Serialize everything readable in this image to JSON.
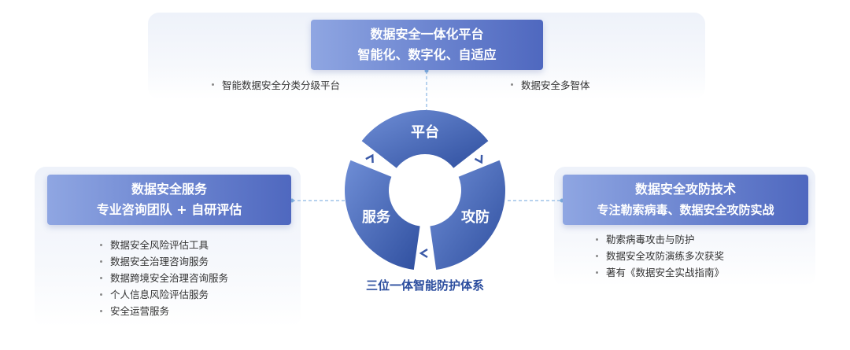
{
  "platform": {
    "title": "数据安全一体化平台",
    "subtitle": "智能化、数字化、自适应",
    "left_bullet": "智能数据安全分类分级平台",
    "right_bullet": "数据安全多智体"
  },
  "service": {
    "title": "数据安全服务",
    "subtitle": "专业咨询团队 + 自研评估",
    "items": [
      "数据安全风险评估工具",
      "数据安全治理咨询服务",
      "数据跨境安全治理咨询服务",
      "个人信息风险评估服务",
      "安全运营服务"
    ]
  },
  "defense": {
    "title": "数据安全攻防技术",
    "subtitle": "专注勒索病毒、数据安全攻防实战",
    "items": [
      "勒索病毒攻击与防护",
      "数据安全攻防演练多次获奖",
      "著有《数据安全实战指南》"
    ]
  },
  "cycle": {
    "top_label": "平台",
    "left_label": "服务",
    "right_label": "攻防",
    "caption": "三位一体智能防护体系"
  },
  "colors": {
    "title_gradient_start": "#8fa6e2",
    "title_gradient_end": "#4f68bf",
    "segment_dark": "#2f4f9f",
    "segment_light": "#6f8ed6",
    "caption": "#2b4d9e",
    "connector": "#9fc3e8"
  }
}
